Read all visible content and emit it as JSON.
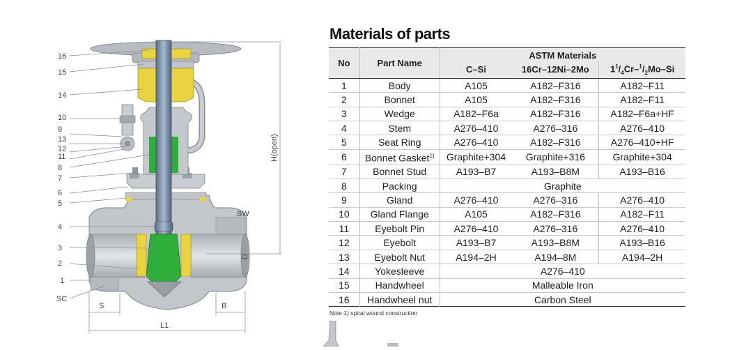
{
  "drawing": {
    "callouts": [
      "16",
      "15",
      "14",
      "10",
      "9",
      "13",
      "12",
      "11",
      "8",
      "7",
      "6",
      "5",
      "4",
      "3",
      "2",
      "1",
      "SC"
    ],
    "dim_height": "H(open)",
    "dim_d": "D",
    "dim_s": "S",
    "dim_b": "B",
    "dim_l1": "L1",
    "dim_sw": "SW"
  },
  "materials": {
    "title": "Materials of parts",
    "headers": {
      "no": "No",
      "part_name": "Part Name",
      "astm": "ASTM Materials",
      "col_c_si": "C–Si",
      "col_16cr": "16Cr–12Ni–2Mo",
      "col_cr_mo_a": "1",
      "col_cr_mo_sup1": "1",
      "col_cr_mo_b": "/",
      "col_cr_mo_sub4": "4",
      "col_cr_mo_c": "Cr–",
      "col_cr_mo_sup2": "1",
      "col_cr_mo_d": "/",
      "col_cr_mo_sub2": "2",
      "col_cr_mo_e": "Mo–Si"
    },
    "rows": [
      {
        "no": "1",
        "name": "Body",
        "c_si": "A105",
        "cr12": "A182–F316",
        "crmo": "A182–F11"
      },
      {
        "no": "2",
        "name": "Bonnet",
        "c_si": "A105",
        "cr12": "A182–F316",
        "crmo": "A182–F11"
      },
      {
        "no": "3",
        "name": "Wedge",
        "c_si": "A182–F6a",
        "cr12": "A182–F316",
        "crmo": "A182–F6a+HF"
      },
      {
        "no": "4",
        "name": "Stem",
        "c_si": "A276–410",
        "cr12": "A276–316",
        "crmo": "A276–410"
      },
      {
        "no": "5",
        "name": "Seat Ring",
        "c_si": "A276–410",
        "cr12": "A182–F316",
        "crmo": "A276–410+HF"
      },
      {
        "no": "6",
        "name": "Bonnet Gasket",
        "name_sup": "1)",
        "c_si": "Graphite+304",
        "cr12": "Graphite+316",
        "crmo": "Graphite+304"
      },
      {
        "no": "7",
        "name": "Bonnet Stud",
        "c_si": "A193–B7",
        "cr12": "A193–B8M",
        "crmo": "A193–B16"
      },
      {
        "no": "8",
        "name": "Packing",
        "span": "Graphite"
      },
      {
        "no": "9",
        "name": "Gland",
        "c_si": "A276–410",
        "cr12": "A276–316",
        "crmo": "A276–410"
      },
      {
        "no": "10",
        "name": "Gland Flange",
        "c_si": "A105",
        "cr12": "A182–F316",
        "crmo": "A182–F11"
      },
      {
        "no": "11",
        "name": "Eyebolt Pin",
        "c_si": "A276–410",
        "cr12": "A276–316",
        "crmo": "A276–410"
      },
      {
        "no": "12",
        "name": "Eyebolt",
        "c_si": "A193–B7",
        "cr12": "A193–B8M",
        "crmo": "A193–B16"
      },
      {
        "no": "13",
        "name": "Eyebolt Nut",
        "c_si": "A194–2H",
        "cr12": "A194–8M",
        "crmo": "A194–2H"
      },
      {
        "no": "14",
        "name": "Yokesleeve",
        "span": "A276–410"
      },
      {
        "no": "15",
        "name": "Handwheel",
        "span": "Malleable Iron"
      },
      {
        "no": "16",
        "name": "Handwheel nut",
        "span": "Carbon Steel"
      }
    ],
    "note": "Note:1) spiral wound construction"
  }
}
